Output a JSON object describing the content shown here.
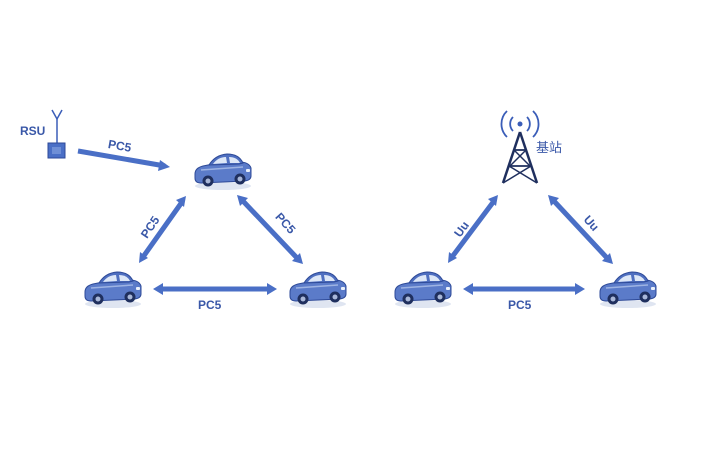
{
  "colors": {
    "primary": "#3A5DB8",
    "label": "#3A58A8",
    "arrow": "#4A6FC6",
    "car_body": "#5B7BC9",
    "car_dark": "#2E4A98",
    "window": "#DDE7F7"
  },
  "left_scene": {
    "rsu_label": "RSU",
    "links": {
      "rsu_to_car": "PC5",
      "left_side": "PC5",
      "right_side": "PC5",
      "bottom": "PC5"
    }
  },
  "right_scene": {
    "base_station_label": "基站",
    "links": {
      "left_side": "Uu",
      "right_side": "Uu",
      "bottom": "PC5"
    }
  }
}
